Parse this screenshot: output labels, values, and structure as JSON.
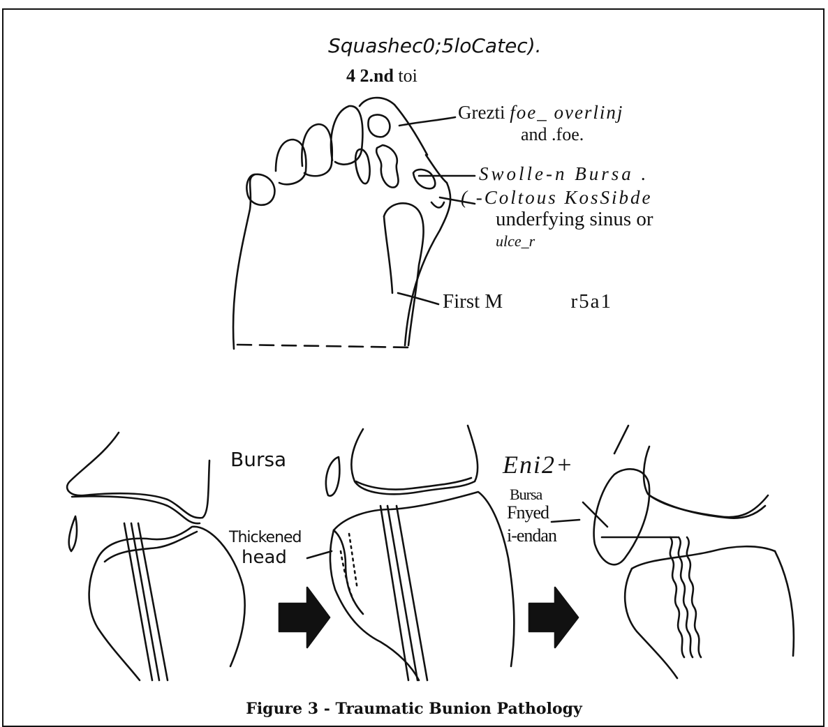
{
  "top_drawing": {
    "title_line1": "Squashec0;5loCatec).",
    "title_line2_num": "4",
    "title_line2_bold": "2.nd",
    "title_line2_rest": "toi",
    "labels": {
      "great_toe_line1": "Grezti",
      "great_toe_line1_it": "foe_ overlinj",
      "great_toe_line2": "and .foe.",
      "swollen_bursa": "Swolle-n Bursa .",
      "callous_line1": "( -Coltous  KosSibde",
      "callous_line2": "underfying sinus  or",
      "callous_line3": "ulce_r",
      "first_metatarsal_a": "First M",
      "first_metatarsal_b": "r5a1"
    }
  },
  "bottom_drawing": {
    "labels": {
      "bursa": "Bursa",
      "thickened_line1": "Thickened",
      "thickened_line2": "head",
      "enl_heading": "Eni2+",
      "bursa_inflamed_line1": "Bursa",
      "bursa_inflamed_line2": "Fnyed",
      "tendon": "i-endan"
    }
  },
  "caption": "Figure 3 - Traumatic Bunion Pathology"
}
